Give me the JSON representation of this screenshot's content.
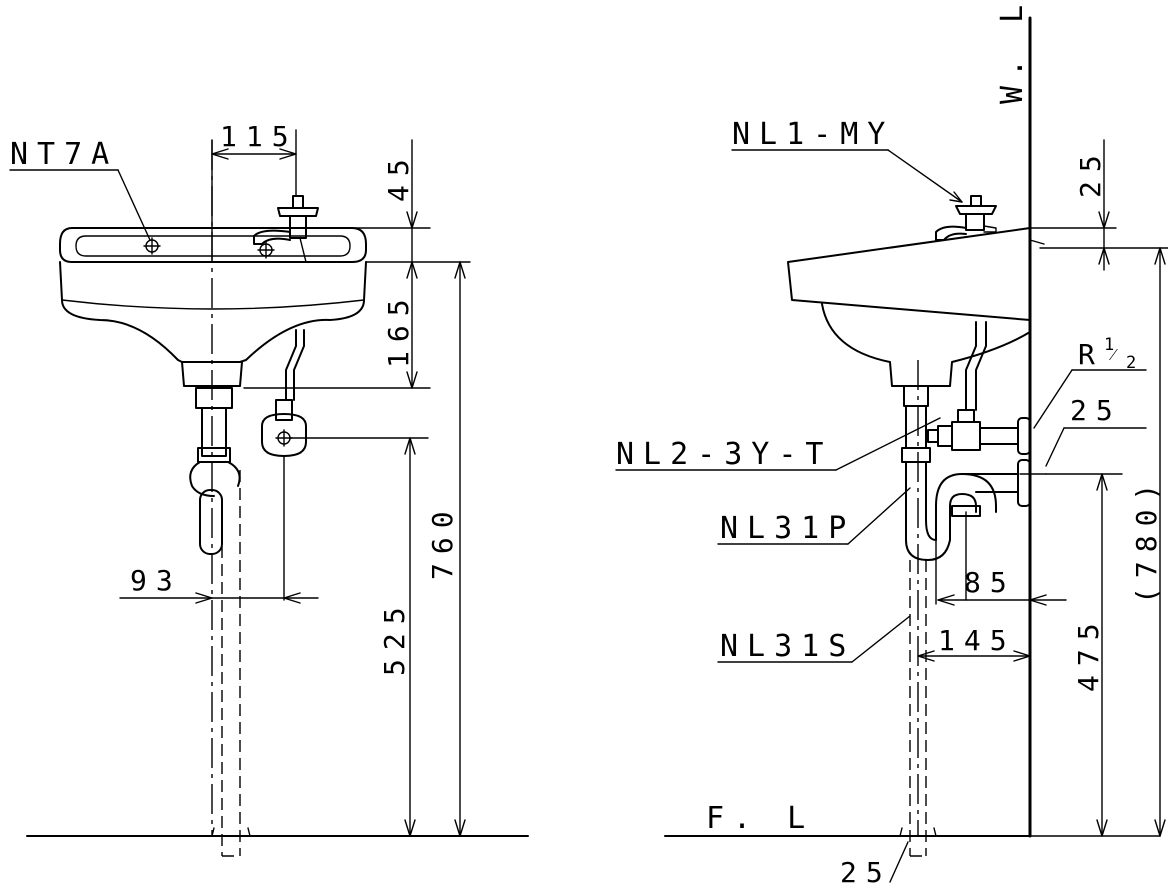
{
  "front_view": {
    "part_labels": {
      "basin": "NT7A"
    },
    "dimensions": {
      "faucet_offset": "115",
      "faucet_height": "45",
      "bowl_depth": "165",
      "trap_offset": "93",
      "supply_height": "525",
      "rim_height": "760"
    }
  },
  "side_view": {
    "part_labels": {
      "faucet": "NL1-MY",
      "stop_valve": "NL2-3Y-T",
      "p_trap": "NL31P",
      "s_trap": "NL31S"
    },
    "reference_lines": {
      "wall_line": "W. L",
      "floor_line": "F. L"
    },
    "dimensions": {
      "faucet_height": "25",
      "rim_height": "(780)",
      "thread_main": "R",
      "thread_sup": "1",
      "thread_frac": "⁄",
      "thread_den": "2",
      "supply_pipe": "25",
      "trap_wall_offset": "85",
      "s_trap_wall_offset": "145",
      "trap_outlet_height": "475",
      "floor_pipe": "25"
    }
  }
}
